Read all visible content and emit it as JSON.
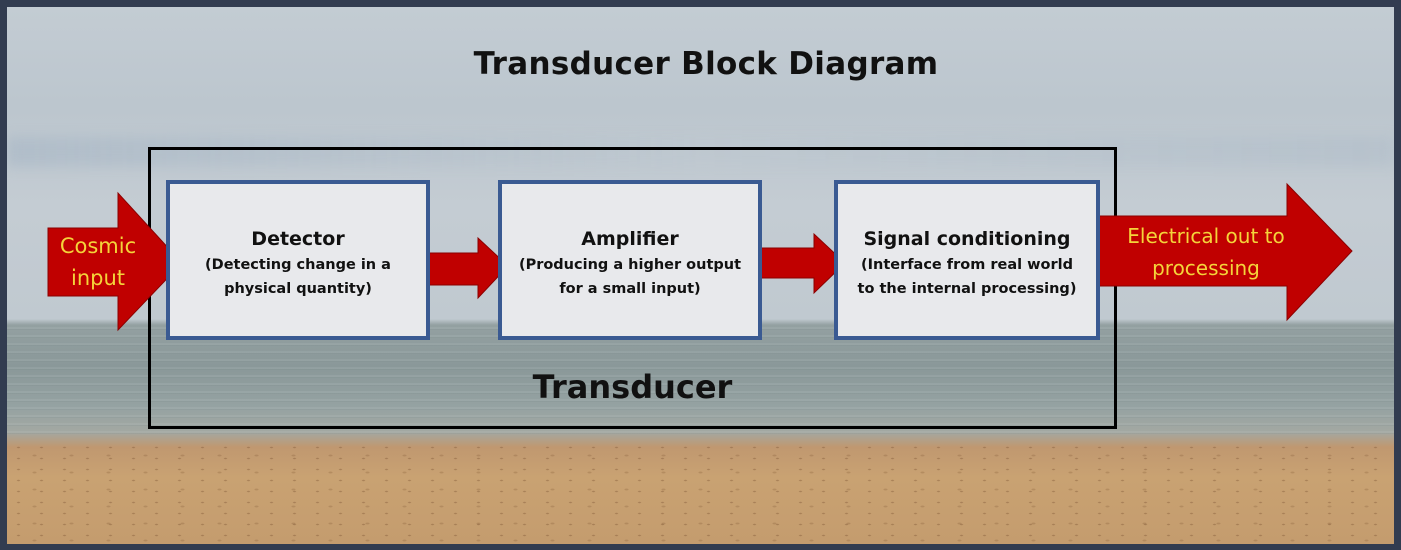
{
  "title": "Transducer Block Diagram",
  "container_label": "Transducer",
  "input_arrow": {
    "label_line1": "Cosmic",
    "label_line2": "input"
  },
  "output_arrow": {
    "label_line1": "Electrical out to",
    "label_line2": "processing"
  },
  "blocks": [
    {
      "title": "Detector",
      "desc_line1": "(Detecting change in a",
      "desc_line2": "physical quantity)"
    },
    {
      "title": "Amplifier",
      "desc_line1": "(Producing a higher output",
      "desc_line2": "for a small input)"
    },
    {
      "title": "Signal conditioning",
      "desc_line1": "(Interface from real world",
      "desc_line2": "to the internal processing)"
    }
  ],
  "colors": {
    "arrow_fill": "#c00000",
    "arrow_text": "#f4d43a",
    "block_border": "#3a5a92",
    "block_fill": "#e8e9ec",
    "frame": "#000000",
    "page_border": "#323c50"
  }
}
